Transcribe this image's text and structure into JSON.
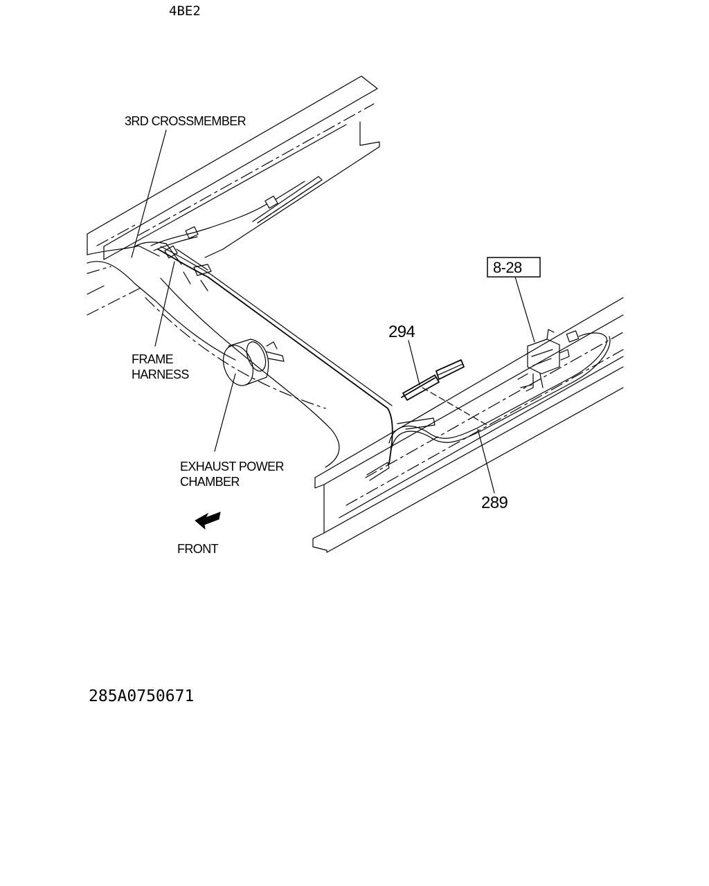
{
  "header": {
    "model_code": "4BE2"
  },
  "labels": {
    "crossmember": "3RD CROSSMEMBER",
    "frame_harness_line1": "FRAME",
    "frame_harness_line2": "HARNESS",
    "exhaust_line1": "EXHAUST POWER",
    "exhaust_line2": "CHAMBER",
    "front": "FRONT"
  },
  "callouts": {
    "part_294": "294",
    "part_289": "289",
    "ref_box": "8-28"
  },
  "footer": {
    "drawing_number": "285A0750671"
  },
  "icons": {
    "front_arrow": "arrow-front-icon"
  }
}
